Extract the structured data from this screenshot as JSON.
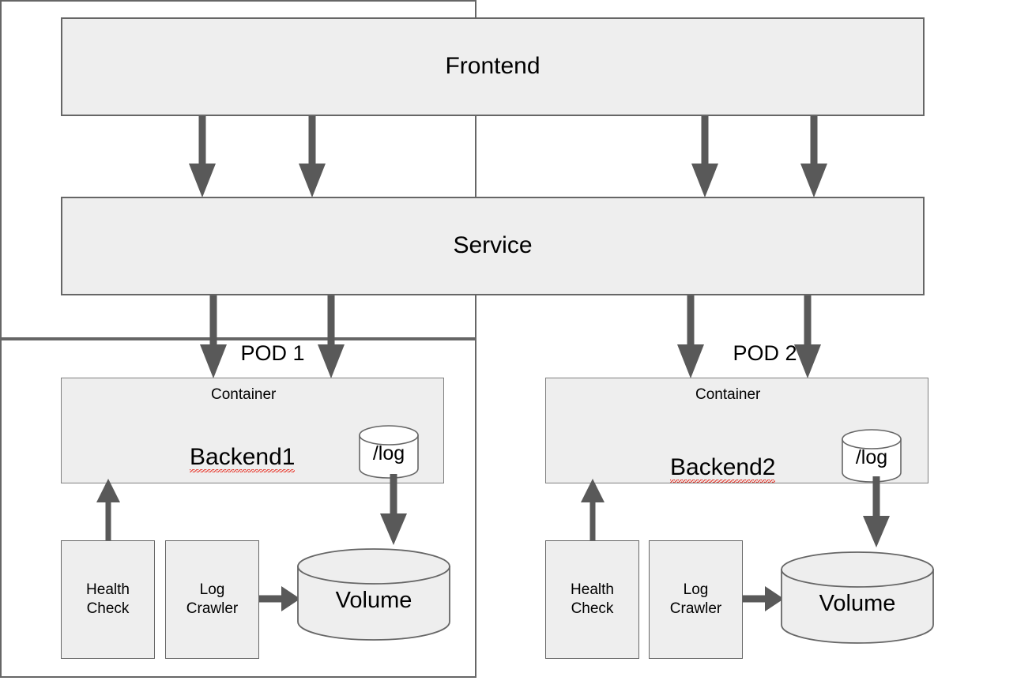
{
  "diagram": {
    "title_nodes": {
      "frontend": "Frontend",
      "service": "Service"
    },
    "colors": {
      "node_fill": "#eeeeee",
      "node_stroke": "#666666",
      "edge_stroke": "#595959",
      "cylinder_fill": "#eeeeee",
      "log_cylinder_fill": "#ffffff",
      "spellcheck_underline": "#e8362a",
      "text": "#000000",
      "background": "#ffffff"
    },
    "pods": [
      {
        "id": "pod-1",
        "label": "POD 1",
        "container_label": "Container",
        "backend_label": "Backend1",
        "backend_spellchecked": true,
        "log_volume_label": "/log",
        "health_check_label_line1": "Health",
        "health_check_label_line2": "Check",
        "log_crawler_label_line1": "Log",
        "log_crawler_label_line2": "Crawler",
        "volume_label": "Volume"
      },
      {
        "id": "pod-2",
        "label": "POD 2",
        "container_label": "Container",
        "backend_label": "Backend2",
        "backend_spellchecked": true,
        "log_volume_label": "/log",
        "health_check_label_line1": "Health",
        "health_check_label_line2": "Check",
        "log_crawler_label_line1": "Log",
        "log_crawler_label_line2": "Crawler",
        "volume_label": "Volume"
      }
    ],
    "edges": [
      {
        "id": "frontend-to-service-1",
        "from": "Frontend",
        "to": "Service",
        "direction": "down"
      },
      {
        "id": "frontend-to-service-2",
        "from": "Frontend",
        "to": "Service",
        "direction": "down"
      },
      {
        "id": "frontend-to-service-3",
        "from": "Frontend",
        "to": "Service",
        "direction": "down"
      },
      {
        "id": "frontend-to-service-4",
        "from": "Frontend",
        "to": "Service",
        "direction": "down"
      },
      {
        "id": "service-to-pod1-container-a",
        "from": "Service",
        "to": "Container",
        "direction": "down"
      },
      {
        "id": "service-to-pod1-container-b",
        "from": "Service",
        "to": "Container",
        "direction": "down"
      },
      {
        "id": "service-to-pod2-container-a",
        "from": "Service",
        "to": "Container",
        "direction": "down"
      },
      {
        "id": "service-to-pod2-container-b",
        "from": "Service",
        "to": "Container",
        "direction": "down"
      },
      {
        "id": "pod1-healthcheck-to-container",
        "from": "Health Check",
        "to": "Container",
        "direction": "up"
      },
      {
        "id": "pod1-logcrawler-to-volume",
        "from": "Log Crawler",
        "to": "Volume",
        "direction": "right"
      },
      {
        "id": "pod1-log-to-volume",
        "from": "/log",
        "to": "Volume",
        "direction": "down"
      },
      {
        "id": "pod2-healthcheck-to-container",
        "from": "Health Check",
        "to": "Container",
        "direction": "up"
      },
      {
        "id": "pod2-logcrawler-to-volume",
        "from": "Log Crawler",
        "to": "Volume",
        "direction": "right"
      },
      {
        "id": "pod2-log-to-volume",
        "from": "/log",
        "to": "Volume",
        "direction": "down"
      }
    ]
  }
}
